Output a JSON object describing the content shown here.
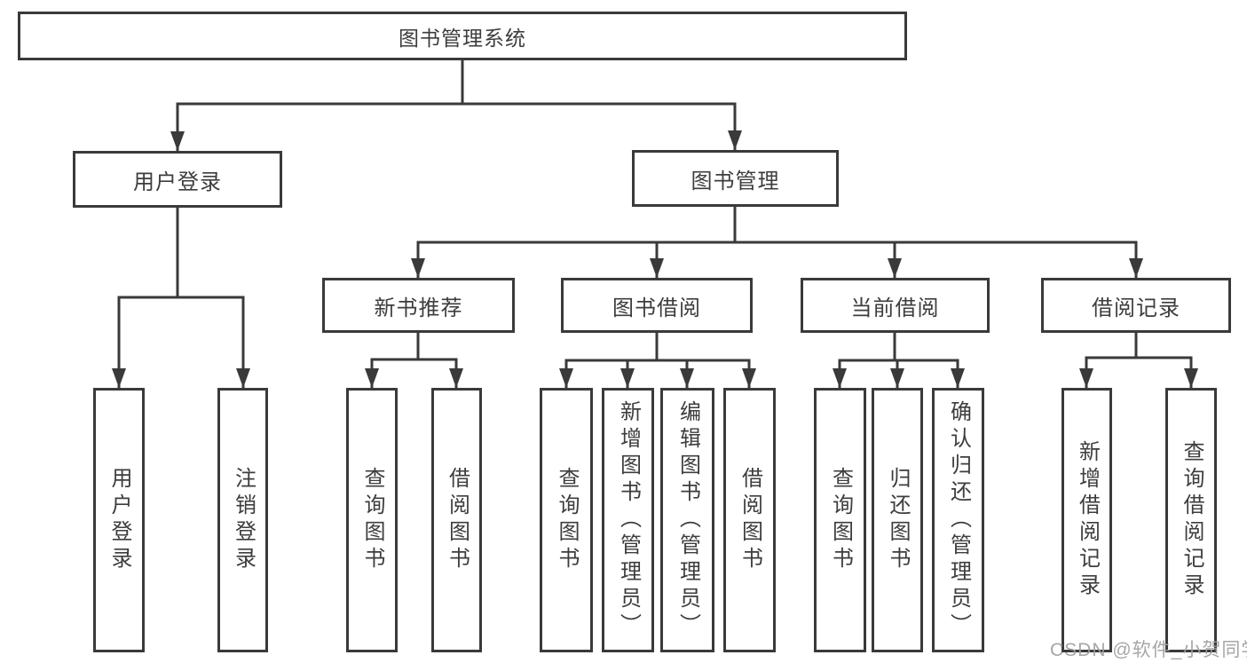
{
  "diagram_title": "图书管理系统",
  "tree": {
    "root": {
      "label": "图书管理系统",
      "children": [
        {
          "label": "用户登录",
          "children": [
            {
              "label": "用户登录"
            },
            {
              "label": "注销登录"
            }
          ]
        },
        {
          "label": "图书管理",
          "children": [
            {
              "label": "新书推荐",
              "children": [
                {
                  "label": "查询图书"
                },
                {
                  "label": "借阅图书"
                }
              ]
            },
            {
              "label": "图书借阅",
              "children": [
                {
                  "label": "查询图书"
                },
                {
                  "label": "新增图书（管理员）"
                },
                {
                  "label": "编辑图书（管理员）"
                },
                {
                  "label": "借阅图书"
                }
              ]
            },
            {
              "label": "当前借阅",
              "children": [
                {
                  "label": "查询图书"
                },
                {
                  "label": "归还图书"
                },
                {
                  "label": "确认归还（管理员）"
                }
              ]
            },
            {
              "label": "借阅记录",
              "children": [
                {
                  "label": "新增借阅记录"
                },
                {
                  "label": "查询借阅记录"
                }
              ]
            }
          ]
        }
      ]
    }
  },
  "watermark": {
    "text": "CSDN @软件_小贺同学"
  },
  "colors": {
    "line": "#3a3a3a",
    "text": "#3d3d3d",
    "box_background": "#ffffff",
    "watermark": "#9e9e9e"
  }
}
